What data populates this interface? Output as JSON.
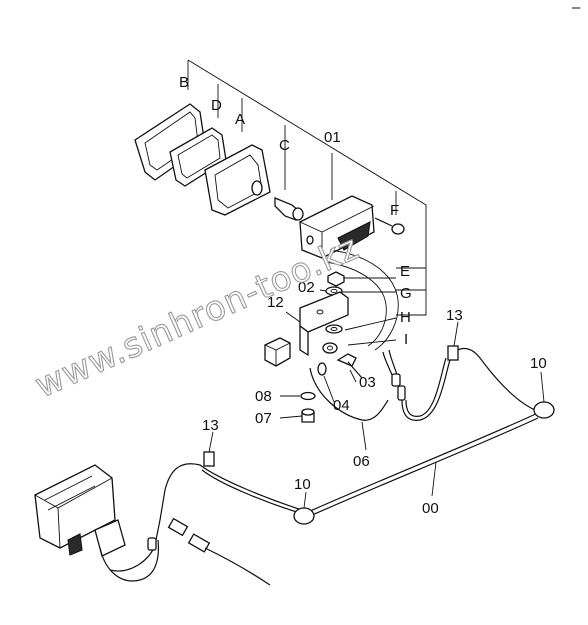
{
  "watermark": "www.sinhron-too.kz",
  "corner_mark": "–",
  "labels": {
    "B": "B",
    "D": "D",
    "A": "A",
    "C": "C",
    "p01": "01",
    "F": "F",
    "E": "E",
    "p02": "02",
    "G": "G",
    "p12": "12",
    "H": "H",
    "I": "I",
    "p13a": "13",
    "p10a": "10",
    "p08": "08",
    "p03": "03",
    "p07": "07",
    "p04": "04",
    "p13b": "13",
    "p06": "06",
    "p10b": "10",
    "p00": "00"
  }
}
